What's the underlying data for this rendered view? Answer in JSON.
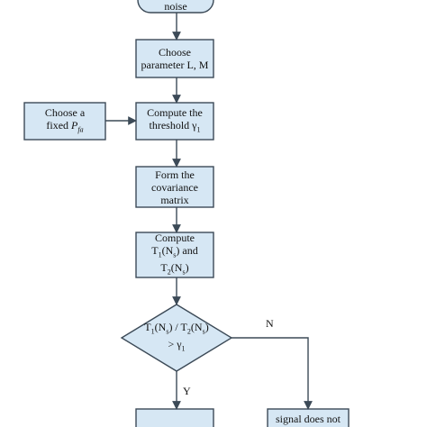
{
  "colors": {
    "fill": "#d6e7f4",
    "stroke": "#3c4a57",
    "text": "#111111"
  },
  "nodes": {
    "start": {
      "lines": [
        "noise"
      ]
    },
    "choose_param": {
      "lines": [
        "Choose",
        "parameter L, M"
      ]
    },
    "choose_pfa": {
      "line1": "Choose a",
      "line2_prefix": "fixed ",
      "line2_var": "P",
      "line2_sub": "fa"
    },
    "threshold": {
      "line1": "Compute the",
      "line2_prefix": "threshold ",
      "line2_var": "γ",
      "line2_sub": "1"
    },
    "covariance": {
      "lines": [
        "Form the",
        "covariance",
        "matrix"
      ]
    },
    "compute_t": {
      "line1": "Compute",
      "line2": {
        "a": "T",
        "a_sub": "1",
        "b": "(N",
        "b_sub": "s",
        "c": ") and"
      },
      "line3": {
        "a": "T",
        "a_sub": "2",
        "b": "(N",
        "b_sub": "s",
        "c": ")"
      }
    },
    "decision": {
      "line1": {
        "a": "T",
        "a_sub": "1",
        "b": "(N",
        "b_sub": "s",
        "c": ") / T",
        "c_sub": "2",
        "d": "(N",
        "d_sub": "s",
        "e": ")"
      },
      "line2": {
        "a": "> γ",
        "a_sub": "1"
      }
    },
    "no_signal": {
      "lines": [
        "signal does not"
      ]
    }
  },
  "edges": {
    "yes": "Y",
    "no": "N"
  }
}
